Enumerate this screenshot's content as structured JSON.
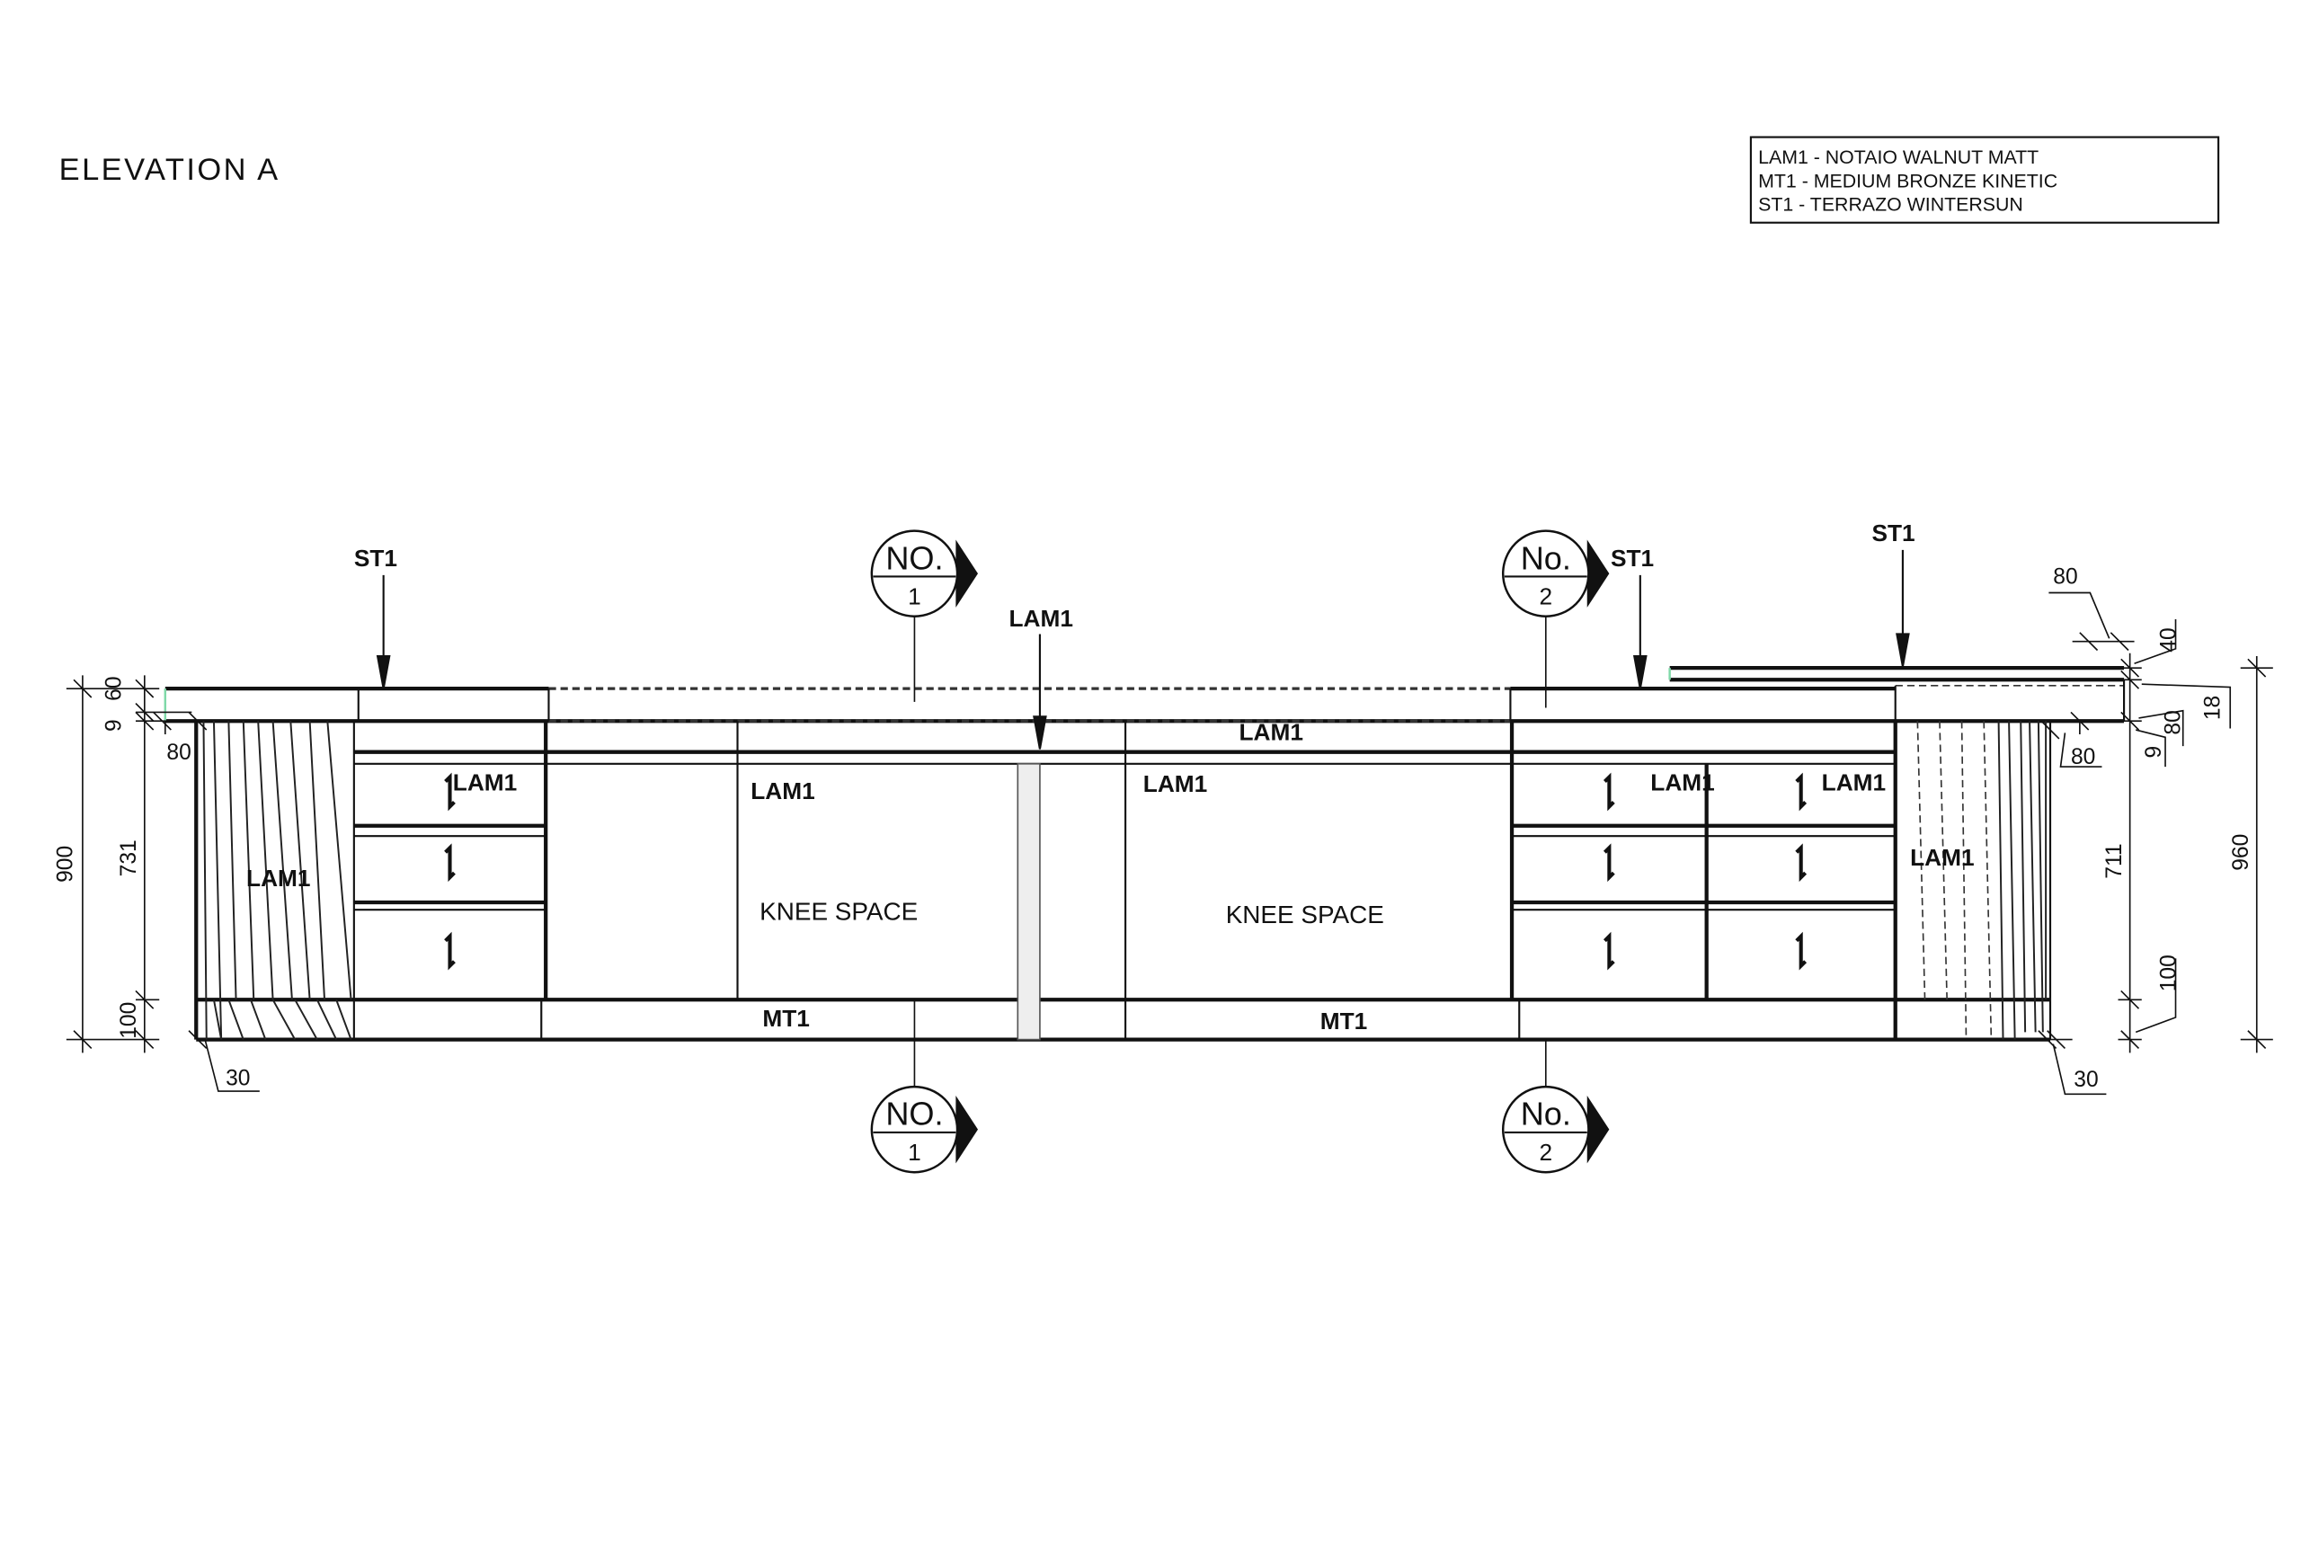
{
  "title": "ELEVATION A",
  "legend": [
    "LAM1 - NOTAIO WALNUT MATT",
    "MT1 - MEDIUM BRONZE KINETIC",
    "ST1 - TERRAZO WINTERSUN"
  ],
  "materials": {
    "st1": "ST1",
    "lam1": "LAM1",
    "mt1": "MT1"
  },
  "knee_space": "KNEE SPACE",
  "callouts": {
    "c1_top": {
      "label": "NO.",
      "num": "1"
    },
    "c2_top": {
      "label": "No.",
      "num": "2"
    },
    "c1_bottom": {
      "label": "NO.",
      "num": "1"
    },
    "c2_bottom": {
      "label": "No.",
      "num": "2"
    }
  },
  "dimensions_left": {
    "d60": "60",
    "d9": "9",
    "d80": "80",
    "d900": "900",
    "d731": "731",
    "d100": "100",
    "d30": "30"
  },
  "dimensions_right": {
    "d80top": "80",
    "d40": "40",
    "d18": "18",
    "d80a": "80",
    "d9": "9",
    "d80b": "80",
    "d711": "711",
    "d100": "100",
    "d960": "960",
    "d30": "30"
  }
}
